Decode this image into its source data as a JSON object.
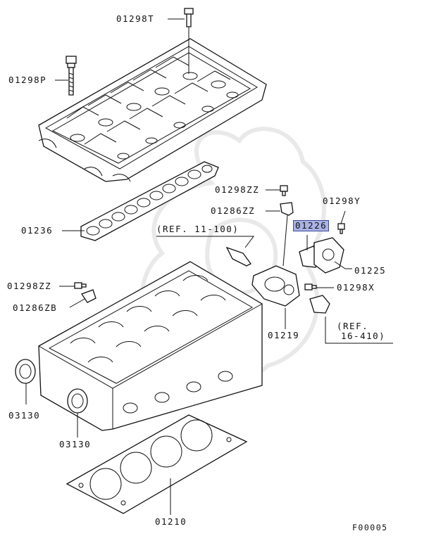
{
  "diagram": {
    "figure_code": "F00005",
    "callouts": [
      {
        "id": "c-01298T",
        "text": "01298T",
        "highlighted": false
      },
      {
        "id": "c-01298P",
        "text": "01298P",
        "highlighted": false
      },
      {
        "id": "c-01236",
        "text": "01236",
        "highlighted": false
      },
      {
        "id": "c-01298ZZ-top",
        "text": "01298ZZ",
        "highlighted": false
      },
      {
        "id": "c-01286ZZ",
        "text": "01286ZZ",
        "highlighted": false
      },
      {
        "id": "c-01298Y",
        "text": "01298Y",
        "highlighted": false
      },
      {
        "id": "c-01226",
        "text": "01226",
        "highlighted": true
      },
      {
        "id": "c-ref-11-100",
        "text": "(REF. 11-100)",
        "highlighted": false
      },
      {
        "id": "c-01225",
        "text": "01225",
        "highlighted": false
      },
      {
        "id": "c-01298ZZ-left",
        "text": "01298ZZ",
        "highlighted": false
      },
      {
        "id": "c-01298X",
        "text": "01298X",
        "highlighted": false
      },
      {
        "id": "c-01286ZB",
        "text": "01286ZB",
        "highlighted": false
      },
      {
        "id": "c-01219",
        "text": "01219",
        "highlighted": false
      },
      {
        "id": "c-ref-16-410-line1",
        "text": "(REF.",
        "highlighted": false
      },
      {
        "id": "c-ref-16-410-line2",
        "text": "16-410)",
        "highlighted": false
      },
      {
        "id": "c-03130-a",
        "text": "03130",
        "highlighted": false
      },
      {
        "id": "c-03130-b",
        "text": "03130",
        "highlighted": false
      },
      {
        "id": "c-01210",
        "text": "01210",
        "highlighted": false
      }
    ]
  },
  "colors": {
    "highlight_fill": "#aab3e3",
    "highlight_border": "#3c4a96",
    "line": "#111111",
    "watermark": "#e9e9e9"
  }
}
